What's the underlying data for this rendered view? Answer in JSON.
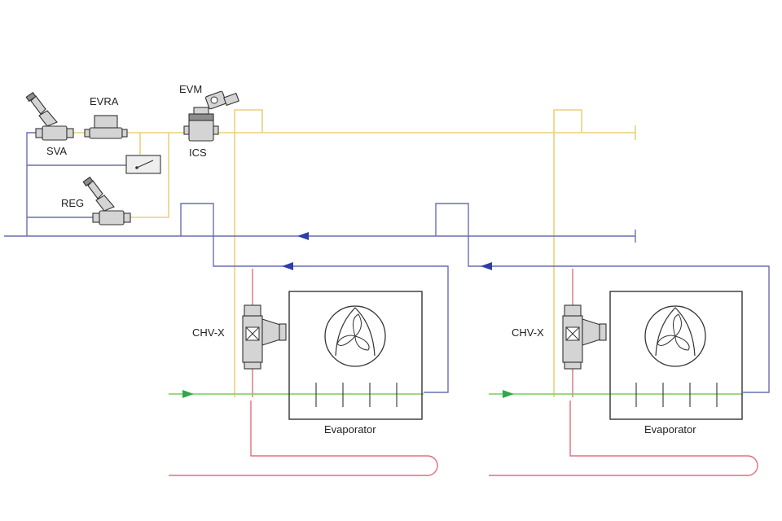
{
  "diagram": {
    "labels": {
      "svA": "SVA",
      "evra": "EVRA",
      "evm": "EVM",
      "ics": "ICS",
      "reg": "REG",
      "chvx_1": "CHV-X",
      "chvx_2": "CHV-X",
      "evaporator_1": "Evaporator",
      "evaporator_2": "Evaporator"
    },
    "colors": {
      "yellow_line": "#e8d27a",
      "blue_line": "#6a6fb0",
      "blue_arrow": "#2c3fa8",
      "pink_line": "#e0707c",
      "green_line": "#7fcb5d",
      "green_arrow": "#2fa84a",
      "component_gray": "#d4d4d4"
    }
  }
}
